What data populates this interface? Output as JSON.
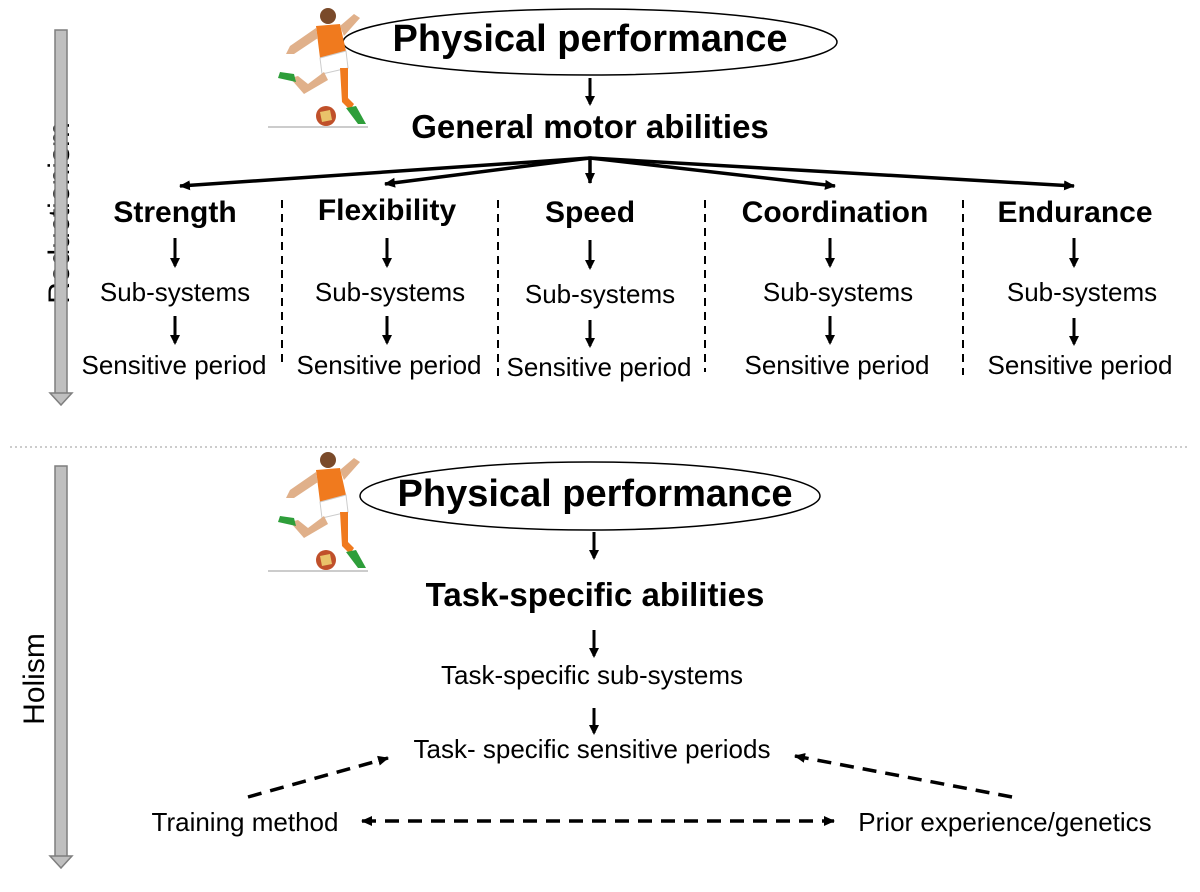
{
  "side_labels": {
    "top": "Reductionism",
    "bottom": "Holism"
  },
  "top": {
    "title": "Physical performance",
    "subtitle": "General motor abilities",
    "abilities": [
      {
        "name": "Strength",
        "sub": "Sub-systems",
        "period": "Sensitive period"
      },
      {
        "name": "Flexibility",
        "sub": "Sub-systems",
        "period": "Sensitive period"
      },
      {
        "name": "Speed",
        "sub": "Sub-systems",
        "period": "Sensitive period"
      },
      {
        "name": "Coordination",
        "sub": "Sub-systems",
        "period": "Sensitive period"
      },
      {
        "name": "Endurance",
        "sub": "Sub-systems",
        "period": "Sensitive period"
      }
    ]
  },
  "bottom": {
    "title": "Physical performance",
    "subtitle": "Task-specific abilities",
    "subsystems": "Task-specific sub-systems",
    "periods": "Task- specific sensitive periods",
    "left_factor": "Training method",
    "right_factor": "Prior experience/genetics"
  },
  "colors": {
    "arrow_fill": "#bfbfbf",
    "arrow_stroke": "#7f7f7f",
    "player_shirt": "#f07a1e",
    "ball": "#c0502a",
    "grass": "#2e9e3a"
  }
}
